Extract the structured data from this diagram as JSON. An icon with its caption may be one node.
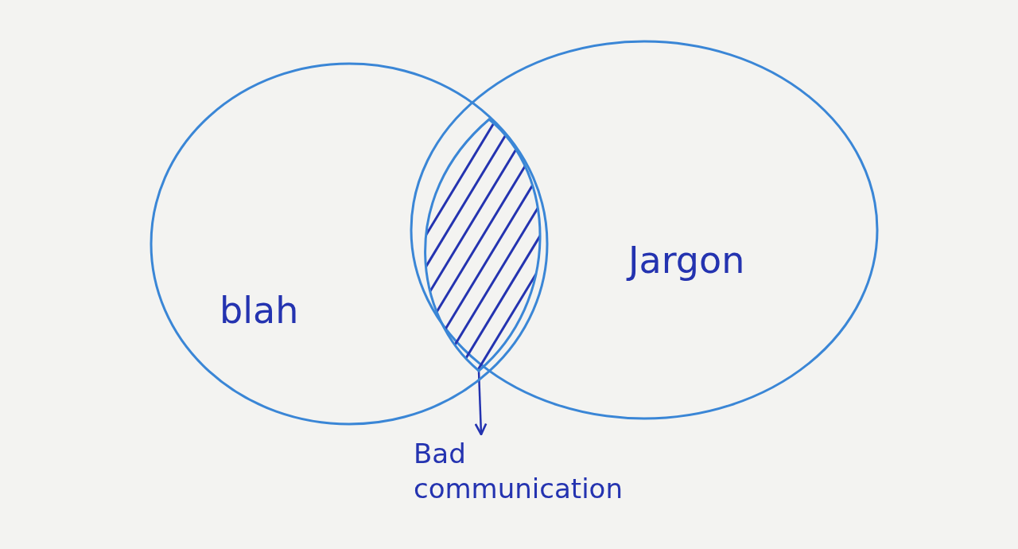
{
  "diagram": {
    "nodes": [
      {
        "text": [
          "blah"
        ]
      },
      {
        "text": [
          "Jargon"
        ]
      },
      {
        "text": [],
        "shape": "lens"
      },
      {
        "text": [
          "Bad communication"
        ]
      }
    ],
    "edges": [
      {
        "from": 2,
        "to": 3,
        "arrow": "to"
      }
    ]
  }
}
